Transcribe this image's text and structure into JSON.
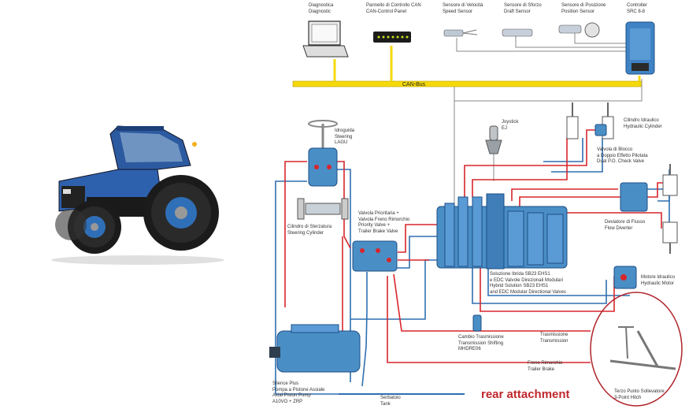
{
  "components": {
    "diagnostica": {
      "l1": "Diagnostica",
      "l2": "Diagnostic"
    },
    "pannello": {
      "l1": "Pannello di Controllo CAN",
      "l2": "CAN-Control Panel"
    },
    "velocita": {
      "l1": "Sensore di Velocità",
      "l2": "Speed Sensor"
    },
    "sforzo": {
      "l1": "Sensore di Sforzo",
      "l2": "Draft Sensor"
    },
    "posizione": {
      "l1": "Sensore di Posizione",
      "l2": "Position Sensor"
    },
    "controller": {
      "l1": "Controller",
      "l2": "SRC 8-8"
    },
    "canbus": "CAN-Bus",
    "idroguida": {
      "l1": "Idroguida",
      "l2": "Steering",
      "l3": "LAGU"
    },
    "cil_sterzatura": {
      "l1": "Cilindro di Sterzatura",
      "l2": "Steering Cylinder"
    },
    "valvola_prioritaria": {
      "l1": "Valvola Prioritaria +",
      "l2": "Valvola Freno Rimorchio",
      "l3": "Priority Valve +",
      "l4": "Trailer Brake Valve"
    },
    "joystick": {
      "l1": "Joystick",
      "l2": "EJ"
    },
    "cil_idraulico": {
      "l1": "Cilindro Idraulico",
      "l2": "Hydraulic Cylinder"
    },
    "valvola_blocco": {
      "l1": "Valvola di Blocco",
      "l2": "a Doppio Effetto Pilotata",
      "l3": "Dual P.O. Check Valve"
    },
    "deviatore": {
      "l1": "Deviatore di Flusso",
      "l2": "Flow Diverter"
    },
    "soluzione": {
      "l1": "Soluzione Ibrida SB23 EHS1",
      "l2": "e EDC Valvole Direzionali Modulari",
      "l3": "Hybrid Solution SB23 EHS1",
      "l4": "and EDC Modular Directional Valves"
    },
    "motore": {
      "l1": "Motore Idraulico",
      "l2": "Hydraulic Motor"
    },
    "cambio": {
      "l1": "Cambio Trasmissione",
      "l2": "Transmission Shifting",
      "l3": "MHDRE06"
    },
    "trasmissione": {
      "l1": "Trasmissione",
      "l2": "Transmission"
    },
    "freno": {
      "l1": "Freno Rimorchio",
      "l2": "Trailer Brake"
    },
    "pompa": {
      "l1": "Silence Plus",
      "l2": "Pompa a Pistone Assiale",
      "l3": "Axial Piston Pump",
      "l4": "A10VO + ZRP"
    },
    "serbatoio": {
      "l1": "Serbatoio",
      "l2": "Tank"
    },
    "terzo": {
      "l1": "Terzo Punto Sollevatore",
      "l2": "3-Point Hitch"
    }
  },
  "annotation": "rear attachment",
  "colors": {
    "canbus": "#f5d90a",
    "pressure": "#d7262b",
    "return": "#2f6fb0",
    "signal": "#8a8a8a",
    "component": "#4a8ec6",
    "annotation": "#c0272d"
  }
}
